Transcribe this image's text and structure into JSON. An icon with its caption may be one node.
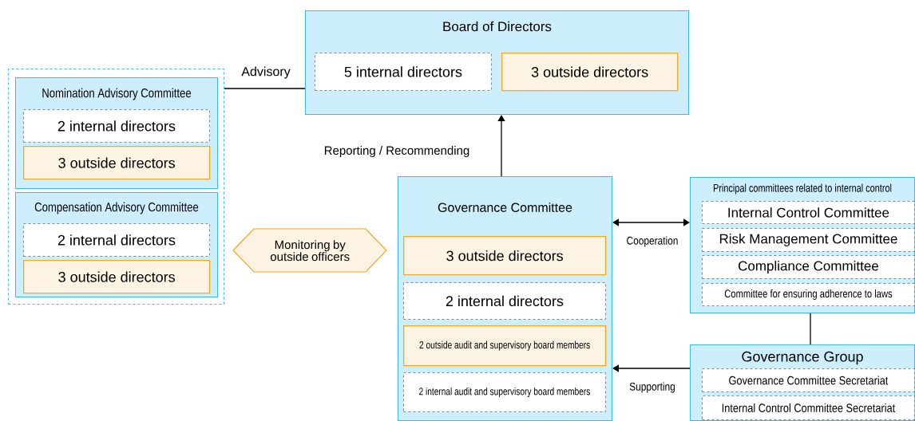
{
  "diagram": {
    "nodes": [
      {
        "text": [
          "Board of Directors"
        ]
      },
      {
        "text": [
          "5 internal directors"
        ],
        "in": 0
      },
      {
        "text": [
          "3 outside directors"
        ],
        "in": 0
      },
      {
        "text": [],
        "shape": "box"
      },
      {
        "text": [
          "Nomination Advisory Committee"
        ],
        "in": 3
      },
      {
        "text": [
          "2 internal directors"
        ],
        "in": 4
      },
      {
        "text": [
          "3 outside directors"
        ],
        "in": 4
      },
      {
        "text": [
          "Compensation Advisory Committee"
        ],
        "in": 3
      },
      {
        "text": [
          "2 internal directors"
        ],
        "in": 7
      },
      {
        "text": [
          "3 outside directors"
        ],
        "in": 7
      },
      {
        "text": [
          "Monitoring by outside officers"
        ]
      },
      {
        "text": [
          "Governance Committee"
        ]
      },
      {
        "text": [
          "3 outside directors"
        ],
        "in": 11
      },
      {
        "text": [
          "2 internal directors"
        ],
        "in": 11
      },
      {
        "text": [
          "2 outside audit and supervisory board members"
        ],
        "in": 11
      },
      {
        "text": [
          "2 internal audit and supervisory board members"
        ],
        "in": 11
      },
      {
        "text": [
          "Principal committees related to internal control"
        ]
      },
      {
        "text": [
          "Internal Control Committee"
        ],
        "in": 16
      },
      {
        "text": [
          "Risk Management Committee"
        ],
        "in": 16
      },
      {
        "text": [
          "Compliance Committee"
        ],
        "in": 16
      },
      {
        "text": [
          "Committee for ensuring adherence to laws"
        ],
        "in": 16
      },
      {
        "text": [
          "Governance Group"
        ]
      },
      {
        "text": [
          "Governance Committee Secretariat"
        ],
        "in": 21
      },
      {
        "text": [
          "Internal Control Committee Secretariat"
        ],
        "in": 21
      }
    ],
    "edges": [
      {
        "from": 3,
        "to": 0,
        "arrow": "none",
        "label": "Advisory"
      },
      {
        "from": 11,
        "to": 0,
        "arrow": "to",
        "label": "Reporting / Recommending"
      },
      {
        "from": 11,
        "to": 16,
        "arrow": "both",
        "label": "Cooperation"
      },
      {
        "from": 21,
        "to": 11,
        "arrow": "to",
        "label": "Supporting"
      },
      {
        "from": 16,
        "to": 21,
        "arrow": "none"
      }
    ]
  }
}
